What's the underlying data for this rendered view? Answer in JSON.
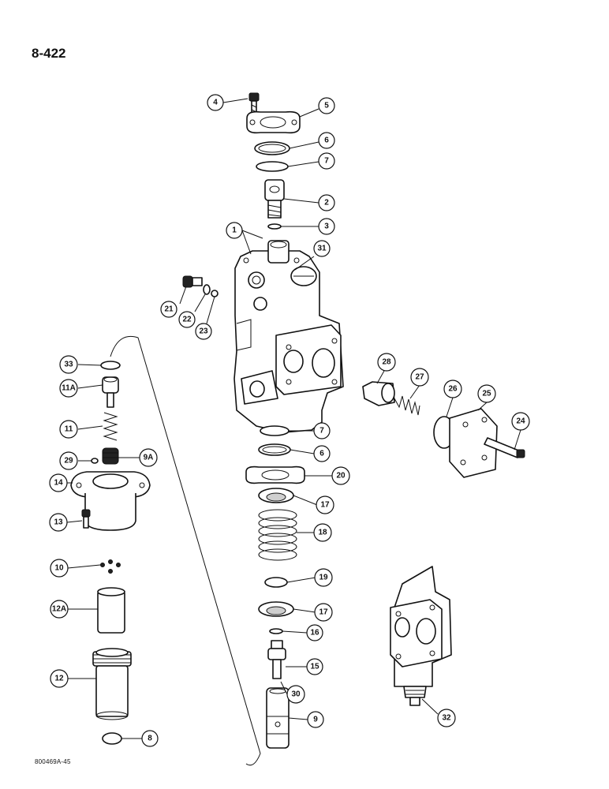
{
  "page": {
    "page_number": "8-422",
    "figure_code": "800469A-45"
  },
  "callouts": [
    {
      "id": "c4",
      "label": "4"
    },
    {
      "id": "c5",
      "label": "5"
    },
    {
      "id": "c6a",
      "label": "6"
    },
    {
      "id": "c7a",
      "label": "7"
    },
    {
      "id": "c2",
      "label": "2"
    },
    {
      "id": "c3",
      "label": "3"
    },
    {
      "id": "c1",
      "label": "1"
    },
    {
      "id": "c31",
      "label": "31"
    },
    {
      "id": "c21",
      "label": "21"
    },
    {
      "id": "c22",
      "label": "22"
    },
    {
      "id": "c23",
      "label": "23"
    },
    {
      "id": "c33",
      "label": "33"
    },
    {
      "id": "c11a",
      "label": "11A"
    },
    {
      "id": "c11",
      "label": "11"
    },
    {
      "id": "c29",
      "label": "29"
    },
    {
      "id": "c9a",
      "label": "9A"
    },
    {
      "id": "c14",
      "label": "14"
    },
    {
      "id": "c13",
      "label": "13"
    },
    {
      "id": "c10",
      "label": "10"
    },
    {
      "id": "c12a",
      "label": "12A"
    },
    {
      "id": "c12",
      "label": "12"
    },
    {
      "id": "c8",
      "label": "8"
    },
    {
      "id": "c28",
      "label": "28"
    },
    {
      "id": "c27",
      "label": "27"
    },
    {
      "id": "c26",
      "label": "26"
    },
    {
      "id": "c25",
      "label": "25"
    },
    {
      "id": "c24",
      "label": "24"
    },
    {
      "id": "c7b",
      "label": "7"
    },
    {
      "id": "c6b",
      "label": "6"
    },
    {
      "id": "c20",
      "label": "20"
    },
    {
      "id": "c17a",
      "label": "17"
    },
    {
      "id": "c18",
      "label": "18"
    },
    {
      "id": "c19",
      "label": "19"
    },
    {
      "id": "c17b",
      "label": "17"
    },
    {
      "id": "c16",
      "label": "16"
    },
    {
      "id": "c15",
      "label": "15"
    },
    {
      "id": "c30",
      "label": "30"
    },
    {
      "id": "c9",
      "label": "9"
    },
    {
      "id": "c32",
      "label": "32"
    }
  ]
}
